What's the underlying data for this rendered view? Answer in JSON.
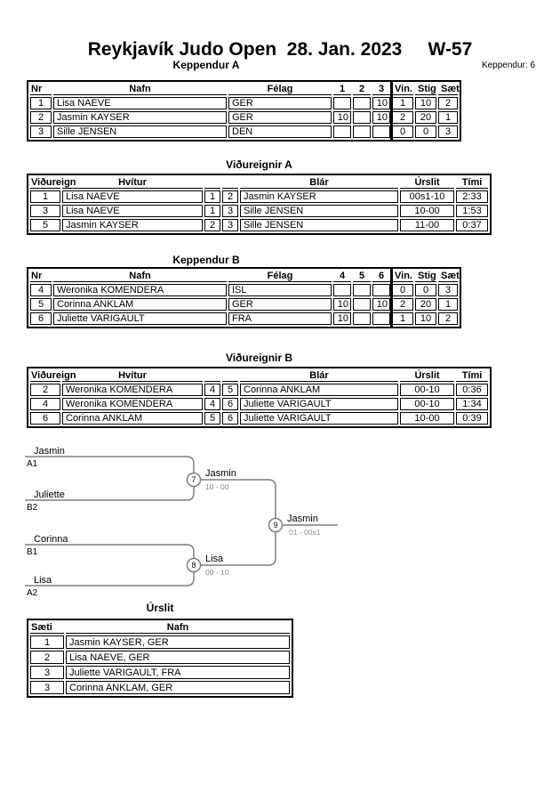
{
  "header": {
    "title": "Reykjavík Judo Open  28. Jan. 2023     W-57",
    "competitors_count": "Keppendur: 6"
  },
  "pool_a": {
    "heading": "Keppendur A",
    "columns": [
      "Nr",
      "Nafn",
      "Félag",
      "1",
      "2",
      "3",
      "Vin.",
      "Stig",
      "Sæti"
    ],
    "rows": [
      {
        "nr": "1",
        "name": "Lisa NAEVE",
        "club": "GER",
        "r1": "",
        "r2": "",
        "r3": "10",
        "wins": "1",
        "points": "10",
        "place": "2"
      },
      {
        "nr": "2",
        "name": "Jasmin KAYSER",
        "club": "GER",
        "r1": "10",
        "r2": "",
        "r3": "10",
        "wins": "2",
        "points": "20",
        "place": "1"
      },
      {
        "nr": "3",
        "name": "Sille JENSEN",
        "club": "DEN",
        "r1": "",
        "r2": "",
        "r3": "",
        "wins": "0",
        "points": "0",
        "place": "3"
      }
    ]
  },
  "matches_a": {
    "heading": "Viðureignir A",
    "columns": [
      "Viðureign",
      "Hvítur",
      "Blár",
      "Úrslit",
      "Tími"
    ],
    "rows": [
      {
        "no": "1",
        "white": "Lisa NAEVE",
        "wn": "1",
        "bn": "2",
        "blue": "Jasmin KAYSER",
        "result": "00s1-10",
        "time": "2:33"
      },
      {
        "no": "3",
        "white": "Lisa NAEVE",
        "wn": "1",
        "bn": "3",
        "blue": "Sille JENSEN",
        "result": "10-00",
        "time": "1:53"
      },
      {
        "no": "5",
        "white": "Jasmin KAYSER",
        "wn": "2",
        "bn": "3",
        "blue": "Sille JENSEN",
        "result": "11-00",
        "time": "0:37"
      }
    ]
  },
  "pool_b": {
    "heading": "Keppendur B",
    "columns": [
      "Nr",
      "Nafn",
      "Félag",
      "4",
      "5",
      "6",
      "Vin.",
      "Stig",
      "Sæti"
    ],
    "rows": [
      {
        "nr": "4",
        "name": "Weronika KOMENDERA",
        "club": "ISL",
        "r1": "",
        "r2": "",
        "r3": "",
        "wins": "0",
        "points": "0",
        "place": "3"
      },
      {
        "nr": "5",
        "name": "Corinna ANKLAM",
        "club": "GER",
        "r1": "10",
        "r2": "",
        "r3": "10",
        "wins": "2",
        "points": "20",
        "place": "1"
      },
      {
        "nr": "6",
        "name": "Juliette VARIGAULT",
        "club": "FRA",
        "r1": "10",
        "r2": "",
        "r3": "",
        "wins": "1",
        "points": "10",
        "place": "2"
      }
    ]
  },
  "matches_b": {
    "heading": "Viðureignir B",
    "columns": [
      "Viðureign",
      "Hvítur",
      "Blár",
      "Úrslit",
      "Tími"
    ],
    "rows": [
      {
        "no": "2",
        "white": "Weronika KOMENDERA",
        "wn": "4",
        "bn": "5",
        "blue": "Corinna ANKLAM",
        "result": "00-10",
        "time": "0:36"
      },
      {
        "no": "4",
        "white": "Weronika KOMENDERA",
        "wn": "4",
        "bn": "6",
        "blue": "Juliette VARIGAULT",
        "result": "00-10",
        "time": "1:34"
      },
      {
        "no": "6",
        "white": "Corinna ANKLAM",
        "wn": "5",
        "bn": "6",
        "blue": "Juliette VARIGAULT",
        "result": "10-00",
        "time": "0:39"
      }
    ]
  },
  "bracket": {
    "sf1": {
      "match_no": "7",
      "top_name": "Jasmin",
      "top_seed": "A1",
      "bottom_name": "Juliette",
      "bottom_seed": "B2",
      "winner": "Jasmin",
      "score": "10 - 00"
    },
    "sf2": {
      "match_no": "8",
      "top_name": "Corinna",
      "top_seed": "B1",
      "bottom_name": "Lisa",
      "bottom_seed": "A2",
      "winner": "Lisa",
      "score": "00 - 10"
    },
    "final": {
      "match_no": "9",
      "winner": "Jasmin",
      "score": "01 - 00s1"
    }
  },
  "results": {
    "heading": "Úrslit",
    "columns": [
      "Sæti",
      "Nafn"
    ],
    "rows": [
      {
        "place": "1",
        "name": "Jasmin KAYSER, GER"
      },
      {
        "place": "2",
        "name": "Lisa NAEVE, GER"
      },
      {
        "place": "3",
        "name": "Juliette VARIGAULT, FRA"
      },
      {
        "place": "3",
        "name": "Corinna ANKLAM, GER"
      }
    ]
  },
  "colors": {
    "border": "#000000",
    "bracket_line": "#7f7f7f",
    "score_text": "#8c8c8c",
    "background": "#ffffff"
  }
}
